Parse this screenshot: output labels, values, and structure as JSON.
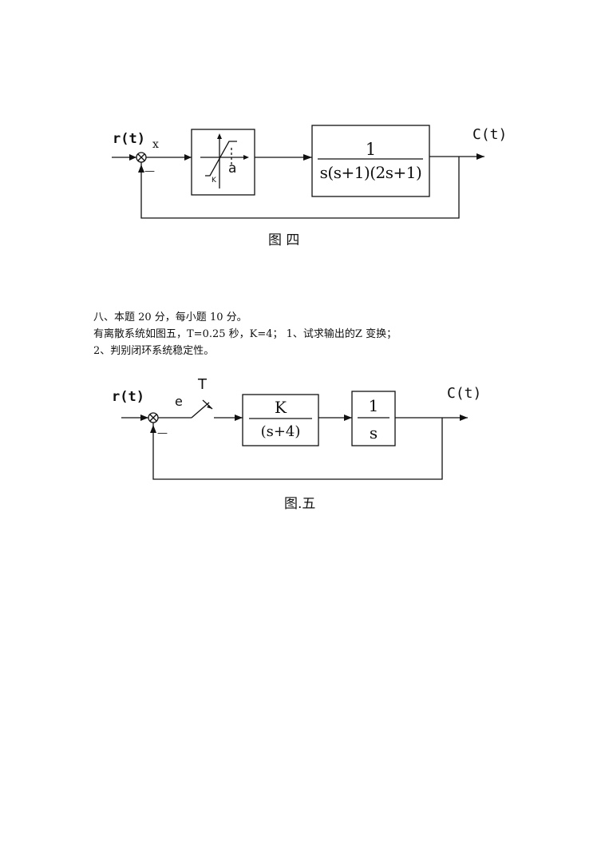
{
  "figure4": {
    "input_label": "r(t)",
    "error_label": "x",
    "minus_sign": "—",
    "nonlinear_a": "a",
    "nonlinear_k": "K",
    "plant_numerator": "1",
    "plant_denominator": "s(s+1)(2s+1)",
    "output_label": "C(t)",
    "caption": "图 四"
  },
  "problem": {
    "header": "八、本题 20 分，每小题 10 分。",
    "line2": "有离散系统如图五，T=0.25 秒，K=4； 1、试求输出的Z 变换；",
    "line3": "2、判别闭环系统稳定性。"
  },
  "figure5": {
    "input_label": "r(t)",
    "error_label": "e",
    "sampler_label": "T",
    "minus_sign": "—",
    "block1_numerator": "K",
    "block1_denominator": "(s+4)",
    "block2_numerator": "1",
    "block2_denominator": "s",
    "output_label": "C(t)",
    "caption": "图.五"
  }
}
